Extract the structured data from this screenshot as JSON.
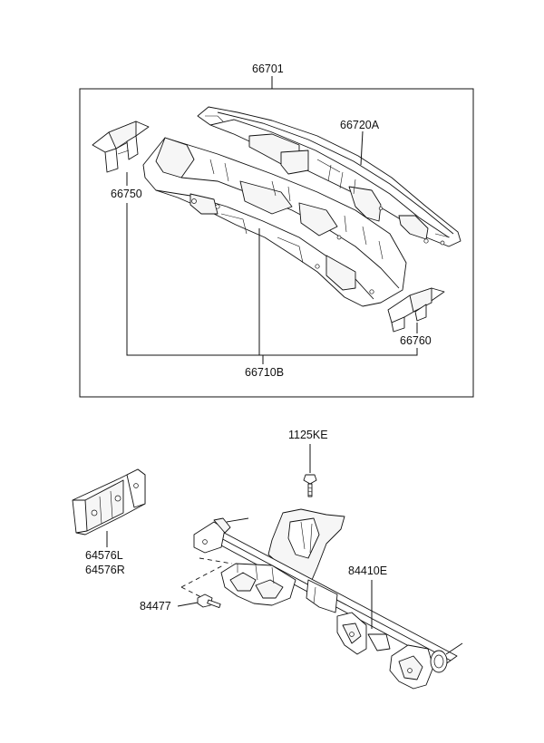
{
  "callouts": {
    "assembly": "66701",
    "cowl_upper": "66720A",
    "bracket_left": "66750",
    "cowl_panel": "66710B",
    "bracket_right": "66760",
    "bolt_top": "1125KE",
    "reinforcement_l": "64576L",
    "reinforcement_r": "64576R",
    "crossmember": "84410E",
    "bolt_side": "84477"
  }
}
